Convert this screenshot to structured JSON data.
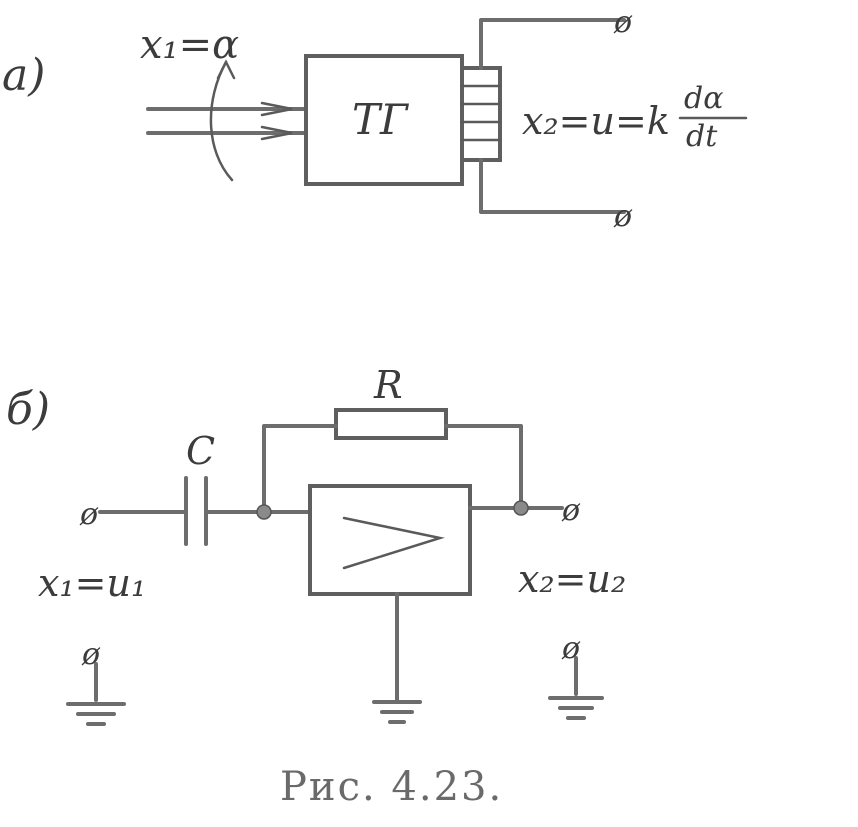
{
  "panel_a": {
    "marker": "а)",
    "input_label": "x₁=α",
    "block_label": "ТГ",
    "output_label": "x₂=u=k",
    "output_numerator": "dα",
    "output_denominator": "dt",
    "terminal_symbol": "ø"
  },
  "panel_b": {
    "marker": "б)",
    "capacitor_label": "C",
    "resistor_label": "R",
    "input_label": "x₁=u₁",
    "output_label": "x₂=u₂",
    "terminal_symbol": "ø"
  },
  "caption": "Рис. 4.23."
}
